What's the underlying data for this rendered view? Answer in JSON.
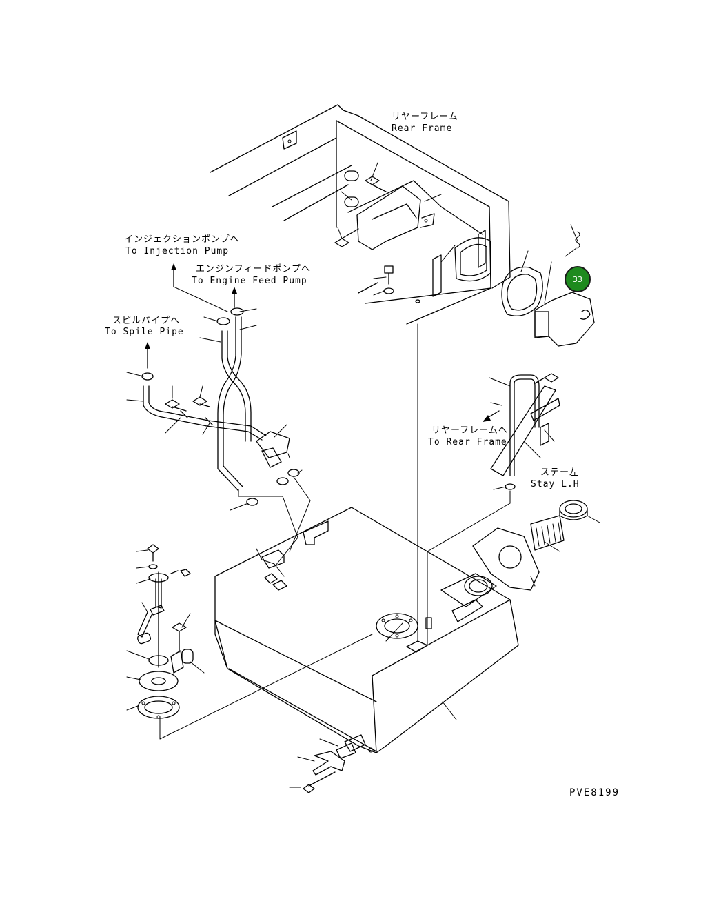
{
  "labels": {
    "rear_frame_jp": "リヤーフレーム",
    "rear_frame_en": "Rear Frame",
    "injection_jp": "インジェクションポンプへ",
    "injection_en": "To Injection Pump",
    "engine_feed_jp": "エンジンフィードポンプへ",
    "engine_feed_en": "To Engine Feed Pump",
    "spile_jp": "スピルパイプへ",
    "spile_en": "To Spile Pipe",
    "to_rear_frame_jp": "リヤーフレームへ",
    "to_rear_frame_en": "To Rear Frame",
    "stay_jp": "ステー左",
    "stay_en": "Stay L.H"
  },
  "callout": {
    "number": "33",
    "color": "#1e8a1e"
  },
  "document_code": "PVE8199"
}
